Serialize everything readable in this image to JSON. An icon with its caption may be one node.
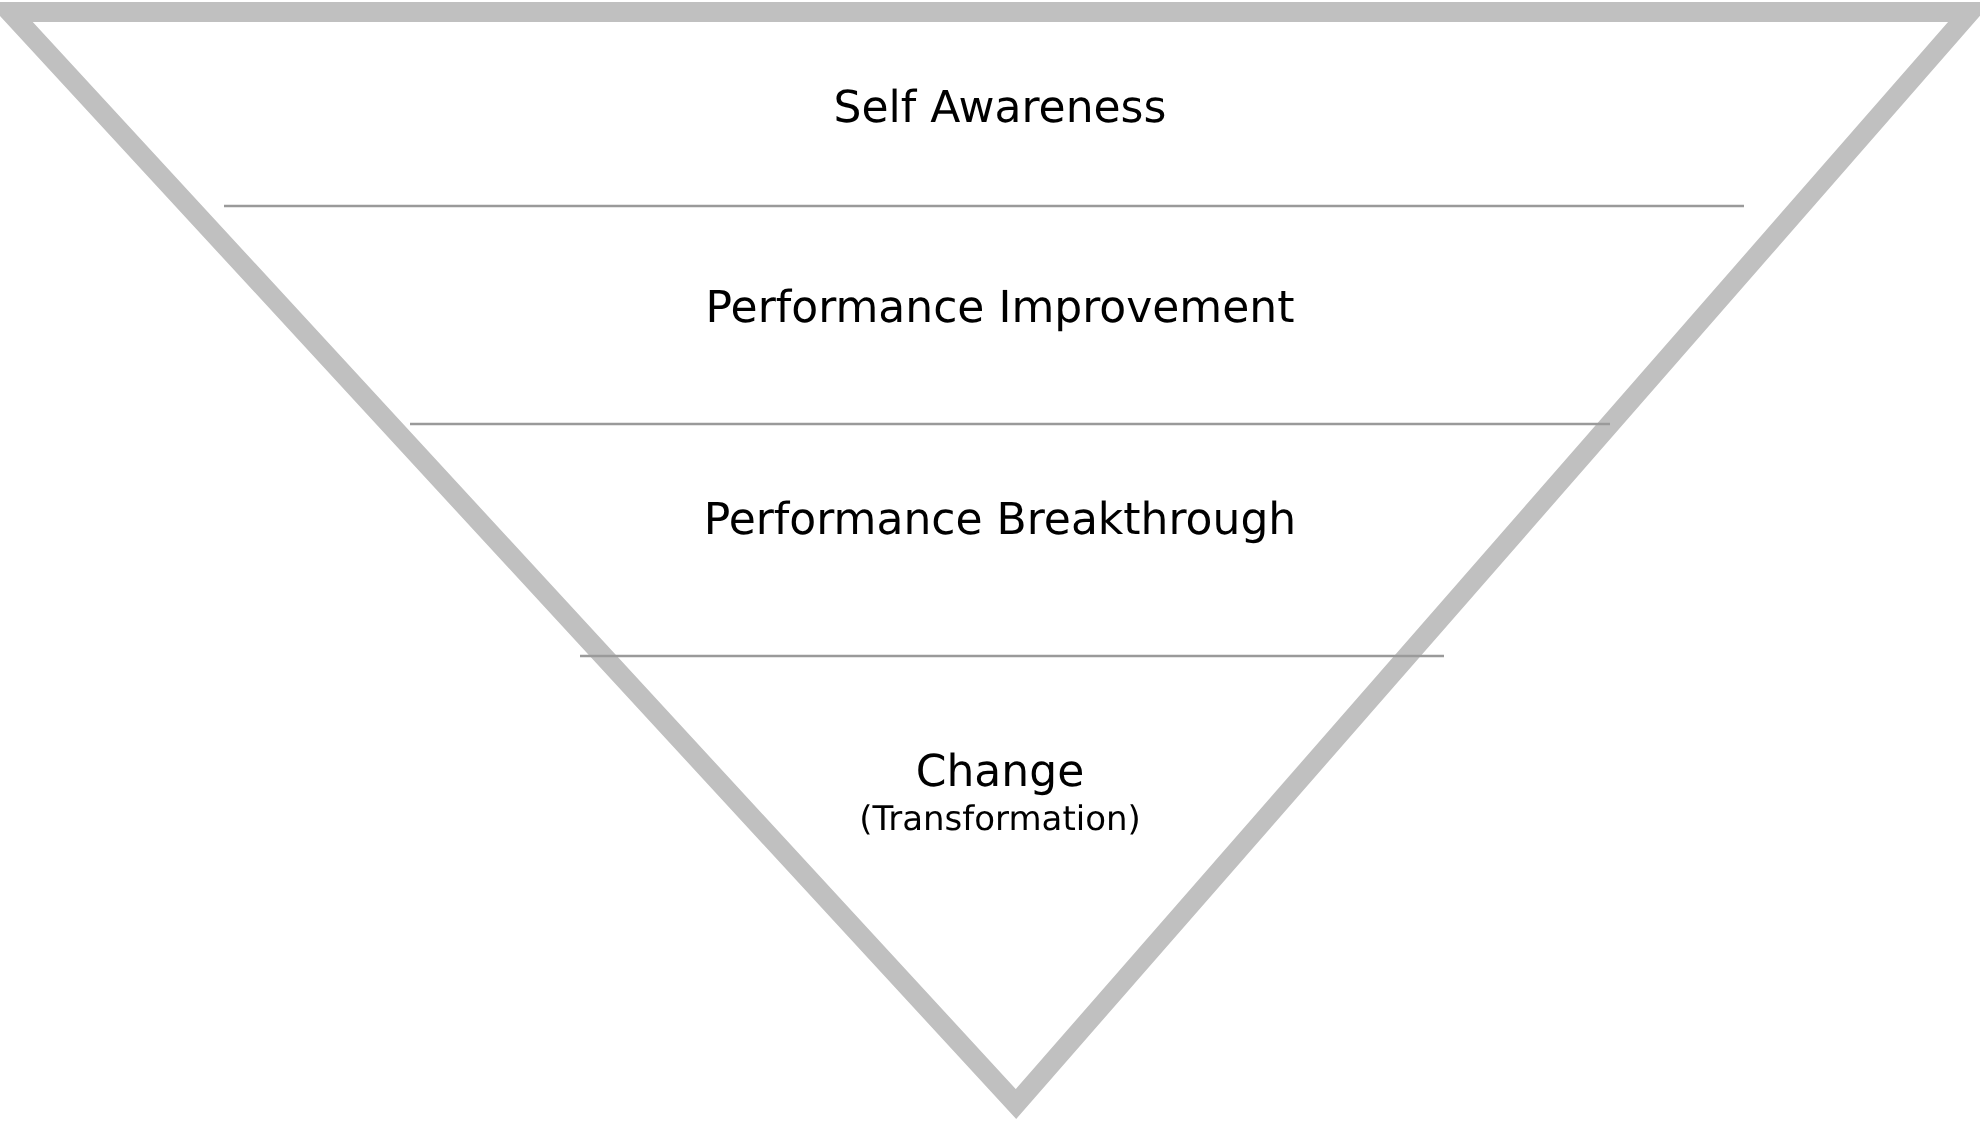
{
  "diagram": {
    "nodes": [
      {
        "text": [
          "Self Awareness"
        ]
      },
      {
        "text": [
          "Performance Improvement"
        ]
      },
      {
        "text": [
          "Performance Breakthrough"
        ]
      },
      {
        "text": [
          "Change",
          "(Transformation)"
        ]
      }
    ]
  }
}
